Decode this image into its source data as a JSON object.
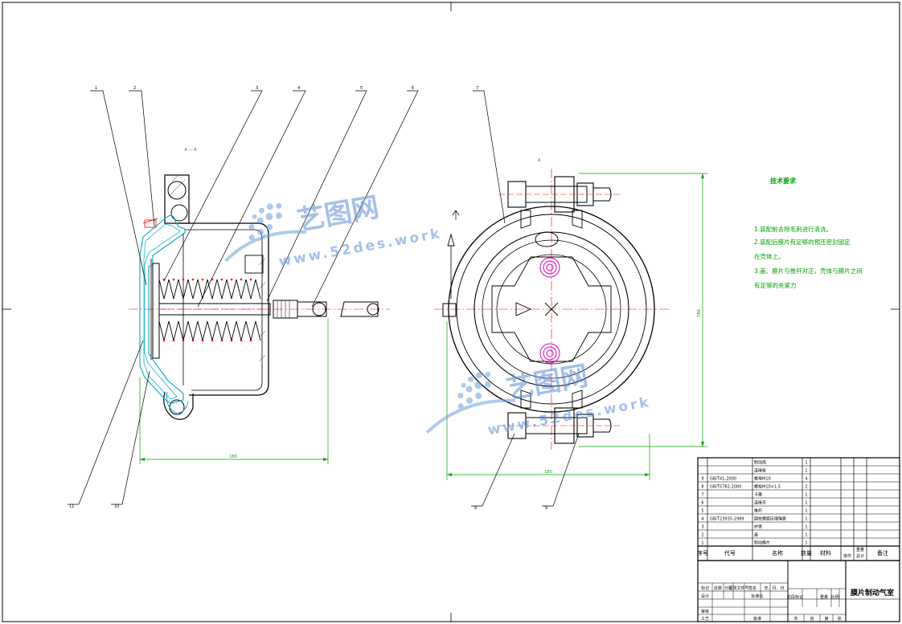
{
  "callouts_left": [
    "1",
    "2",
    "3",
    "4",
    "5",
    "6",
    "11",
    "10"
  ],
  "callouts_right": [
    "7",
    "8",
    "9"
  ],
  "section_label": "A — A",
  "view_label": "A",
  "dimensions": {
    "left_width": "180",
    "right_width": "180",
    "right_height": "180"
  },
  "tech_req": {
    "title": "技术要求",
    "lines": [
      "1.装配前去除毛刺进行清洗。",
      "2.装配后膜片有足够的预压密封固定",
      "在壳体上。",
      "3.盖、膜片与推杆对正，壳体与膜片之间",
      "有足够的夹紧力"
    ]
  },
  "bom": {
    "rows": [
      [
        "",
        "",
        "制动壳",
        "1",
        "",
        "",
        "",
        ""
      ],
      [
        "",
        "",
        "连接板",
        "1",
        "",
        "",
        "",
        ""
      ],
      [
        "9",
        "GB/T41-2000",
        "螺母M10",
        "4",
        "",
        "",
        "",
        ""
      ],
      [
        "8",
        "GB/T5782-2000",
        "螺栓M10×1.5",
        "2",
        "",
        "",
        "",
        ""
      ],
      [
        "7",
        "",
        "卡箍",
        "1",
        "",
        "",
        "",
        ""
      ],
      [
        "6",
        "",
        "连接叉",
        "1",
        "",
        "",
        "",
        ""
      ],
      [
        "5",
        "",
        "推杆",
        "1",
        "",
        "",
        "",
        ""
      ],
      [
        "4",
        "GB/T23935-1989",
        "圆柱螺旋压缩弹簧",
        "1",
        "",
        "",
        "",
        ""
      ],
      [
        "3",
        "",
        "护罩",
        "1",
        "",
        "",
        "",
        ""
      ],
      [
        "2",
        "",
        "盖",
        "1",
        "",
        "",
        "",
        ""
      ],
      [
        "1",
        "",
        "制动膜片",
        "1",
        "",
        "",
        "",
        ""
      ]
    ],
    "headers": [
      "序号",
      "代号",
      "名称",
      "数量",
      "材料",
      "单件",
      "总计",
      "备注"
    ],
    "sub_header": "重量"
  },
  "title_block": {
    "drawing_name": "膜片制动气室",
    "labels": [
      "标记",
      "处数",
      "分区",
      "更改文件号",
      "签名",
      "年、月、日",
      "设计",
      "标准化",
      "审核",
      "工艺",
      "批准",
      "阶段标记",
      "重量",
      "比例",
      "共",
      "张",
      "第",
      "张"
    ]
  },
  "watermark": {
    "brand": "艺图网",
    "url": "www.52des.work"
  }
}
